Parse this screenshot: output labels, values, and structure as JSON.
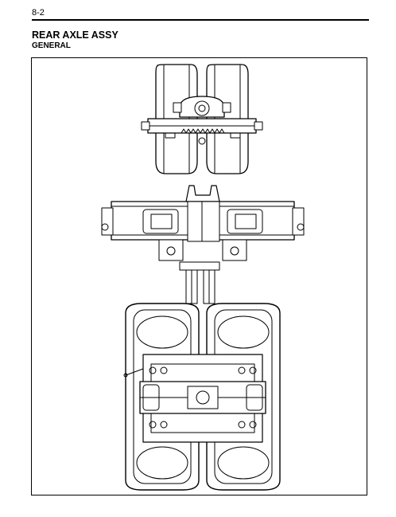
{
  "header": {
    "page_number": "8-2"
  },
  "section": {
    "title": "REAR AXLE ASSY",
    "subtitle": "GENERAL"
  },
  "illustration": {
    "icon": "rear-axle-assembly-drawing"
  }
}
